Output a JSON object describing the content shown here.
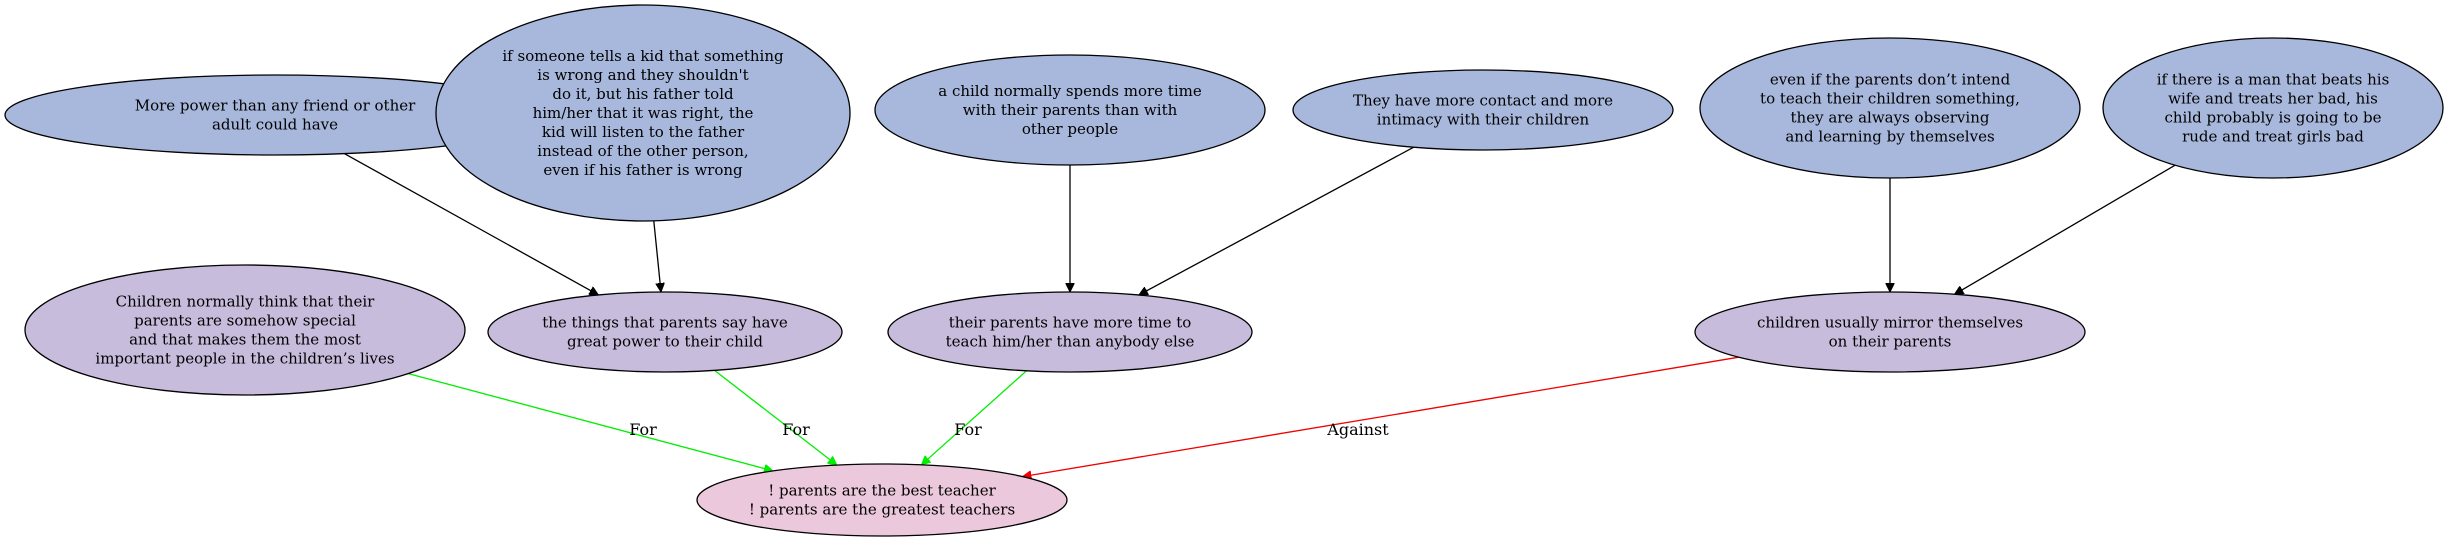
{
  "colors": {
    "premise": "#a8b8dc",
    "argument": "#c8bcdc",
    "conclusion": "#ecc8dc",
    "for_edge": "#00ee00",
    "against_edge": "#ee0000",
    "support_edge": "#000000"
  },
  "nodes": [
    {
      "id": "n_power",
      "kind": "premise",
      "lines": [
        "More power than any friend or other",
        "adult could have"
      ]
    },
    {
      "id": "n_someone",
      "kind": "premise",
      "lines": [
        "if someone tells a kid that something",
        "is wrong and they shouldn't",
        "do it, but his father told",
        "him/her that it was right, the",
        "kid will listen to the father",
        "instead of the other person,",
        "even if his father is wrong"
      ]
    },
    {
      "id": "n_spends",
      "kind": "premise",
      "lines": [
        "a child normally spends more time",
        "with their parents than with",
        "other people"
      ]
    },
    {
      "id": "n_contact",
      "kind": "premise",
      "lines": [
        "They have more contact and more",
        "intimacy with their children"
      ]
    },
    {
      "id": "n_observe",
      "kind": "premise",
      "lines": [
        "even if the parents don’t intend",
        "to teach their children something,",
        "they are always observing",
        "and learning by themselves"
      ]
    },
    {
      "id": "n_beats",
      "kind": "premise",
      "lines": [
        "if there is a man that beats his",
        "wife and treats her bad, his",
        "child probably is going to be",
        "rude and treat girls bad"
      ]
    },
    {
      "id": "n_special",
      "kind": "argument",
      "lines": [
        "Children normally think that their",
        "parents are somehow special",
        "and that makes them the most",
        "important people in the children’s lives"
      ]
    },
    {
      "id": "n_say",
      "kind": "argument",
      "lines": [
        "the things that parents say have",
        "great power to their child"
      ]
    },
    {
      "id": "n_time",
      "kind": "argument",
      "lines": [
        "their parents have more time to",
        "teach him/her than anybody else"
      ]
    },
    {
      "id": "n_mirror",
      "kind": "argument",
      "lines": [
        "children usually mirror themselves",
        "on their parents"
      ]
    },
    {
      "id": "n_root",
      "kind": "conclusion",
      "lines": [
        "! parents are the best teacher",
        "! parents are the greatest teachers"
      ]
    }
  ],
  "edges": [
    {
      "from": "n_power",
      "to": "n_say",
      "kind": "support",
      "label": ""
    },
    {
      "from": "n_someone",
      "to": "n_say",
      "kind": "support",
      "label": ""
    },
    {
      "from": "n_spends",
      "to": "n_time",
      "kind": "support",
      "label": ""
    },
    {
      "from": "n_contact",
      "to": "n_time",
      "kind": "support",
      "label": ""
    },
    {
      "from": "n_observe",
      "to": "n_mirror",
      "kind": "support",
      "label": ""
    },
    {
      "from": "n_beats",
      "to": "n_mirror",
      "kind": "support",
      "label": ""
    },
    {
      "from": "n_special",
      "to": "n_root",
      "kind": "for",
      "label": "For"
    },
    {
      "from": "n_say",
      "to": "n_root",
      "kind": "for",
      "label": "For"
    },
    {
      "from": "n_time",
      "to": "n_root",
      "kind": "for",
      "label": "For"
    },
    {
      "from": "n_mirror",
      "to": "n_root",
      "kind": "against",
      "label": "Against"
    }
  ]
}
